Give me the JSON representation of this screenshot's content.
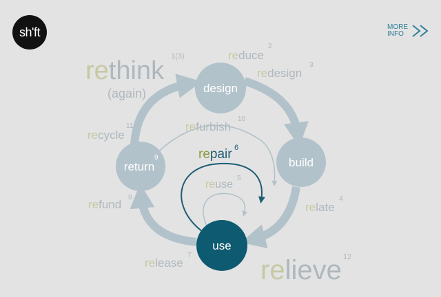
{
  "logo": {
    "text": "sh'ft"
  },
  "more_info": {
    "line1": "MORE",
    "line2": "INFO"
  },
  "nodes": {
    "design": "design",
    "build": "build",
    "use": "use",
    "return": "return"
  },
  "words": {
    "rethink": {
      "pre": "re",
      "rest": "think",
      "num": "1(3)"
    },
    "again": "(again)",
    "reduce": {
      "pre": "re",
      "rest": "duce",
      "num": "2"
    },
    "redesign": {
      "pre": "re",
      "rest": "design",
      "num": "3"
    },
    "relate": {
      "pre": "re",
      "rest": "late",
      "num": "4"
    },
    "reuse": {
      "pre": "re",
      "rest": "use",
      "num": "5"
    },
    "repair": {
      "pre": "re",
      "rest": "pair",
      "num": "6"
    },
    "release": {
      "pre": "re",
      "rest": "lease",
      "num": "7"
    },
    "refund": {
      "pre": "re",
      "rest": "fund",
      "num": "8"
    },
    "return_num": "9",
    "refurbish": {
      "pre": "re",
      "rest": "furbish",
      "num": "10"
    },
    "recycle": {
      "pre": "re",
      "rest": "cycle",
      "num": "11"
    },
    "relieve": {
      "pre": "re",
      "rest": "lieve",
      "num": "12"
    }
  },
  "colors": {
    "background": "#e3e3e3",
    "node": "#b2c2ca",
    "use_node": "#0e5a70",
    "prefix": "#c6c9a3",
    "word": "#aeb8be",
    "repair": "#1d5d73",
    "repair_prefix": "#8a9a3a",
    "accent": "#2f7f99"
  }
}
